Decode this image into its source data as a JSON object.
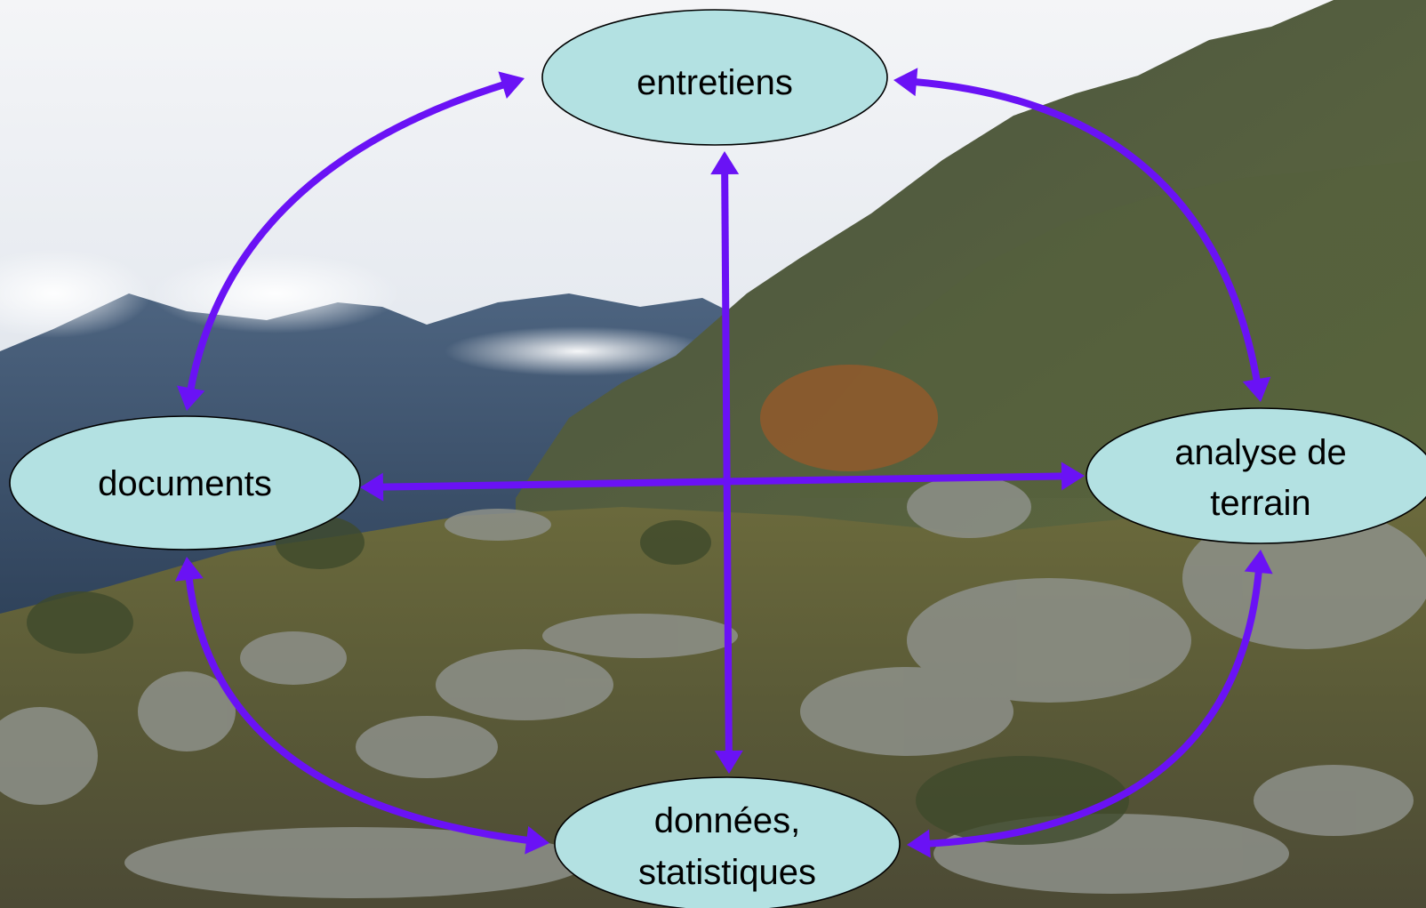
{
  "colors": {
    "arrow": "#6a12f5",
    "node_fill": "#b3e1e2",
    "node_stroke": "#000000",
    "sky": "#e9edf2",
    "mountain_far": "#5a6f86",
    "mountain_near": "#3f4a3a",
    "slope": "#5c6a43",
    "rock": "#8c8f86"
  },
  "background": {
    "scene": "mountain-landscape"
  },
  "nodes": {
    "entretiens": {
      "lines": [
        "entretiens"
      ]
    },
    "documents": {
      "lines": [
        "documents"
      ]
    },
    "analyse": {
      "lines": [
        "analyse de",
        "terrain"
      ]
    },
    "donnees": {
      "lines": [
        "données,",
        "statistiques"
      ]
    }
  },
  "connections": [
    {
      "from": "entretiens",
      "to": "documents",
      "bidirectional": true
    },
    {
      "from": "entretiens",
      "to": "analyse de terrain",
      "bidirectional": true
    },
    {
      "from": "documents",
      "to": "données, statistiques",
      "bidirectional": true
    },
    {
      "from": "analyse de terrain",
      "to": "données, statistiques",
      "bidirectional": true
    },
    {
      "from": "entretiens",
      "to": "données, statistiques",
      "bidirectional": true
    },
    {
      "from": "documents",
      "to": "analyse de terrain",
      "bidirectional": true
    }
  ]
}
